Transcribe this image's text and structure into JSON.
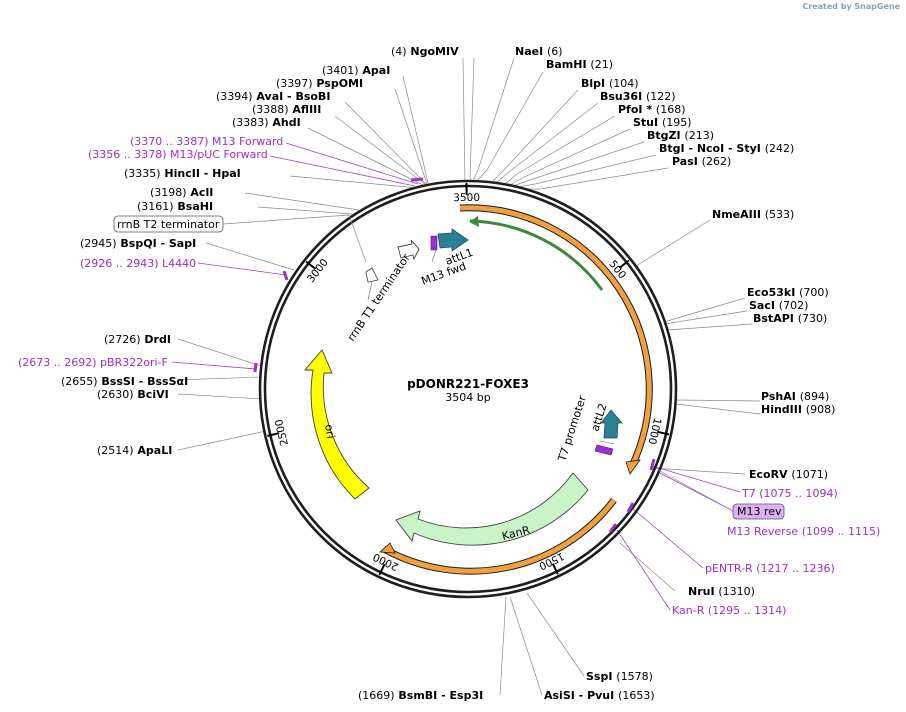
{
  "credit": {
    "prefix": "Created by",
    "brand": "SnapGene"
  },
  "plasmid": {
    "name": "pDONR221-FOXE3",
    "length_label": "3504 bp",
    "length_bp": 3504
  },
  "ruler": [
    {
      "text": "3500",
      "bp": 3500
    },
    {
      "text": "500",
      "bp": 500
    },
    {
      "text": "1000",
      "bp": 1000
    },
    {
      "text": "1500",
      "bp": 1500
    },
    {
      "text": "2000",
      "bp": 2000
    },
    {
      "text": "2500",
      "bp": 2500
    },
    {
      "text": "3000",
      "bp": 3000
    }
  ],
  "sites": [
    {
      "id": "ngomiv",
      "text": "(4)  NgoMIV",
      "bp": 4
    },
    {
      "id": "naei",
      "text": "NaeI  (6)",
      "bp": 6
    },
    {
      "id": "bamhi",
      "text": "BamHI  (21)",
      "bp": 21
    },
    {
      "id": "blpi",
      "text": "BlpI  (104)",
      "bp": 104
    },
    {
      "id": "bsu36i",
      "text": "Bsu36I  (122)",
      "bp": 122
    },
    {
      "id": "pfoi",
      "text": "PfoI *  (168)",
      "bp": 168
    },
    {
      "id": "stui",
      "text": "StuI  (195)",
      "bp": 195
    },
    {
      "id": "btgzi",
      "text": "BtgZI  (213)",
      "bp": 213
    },
    {
      "id": "btgi",
      "text": "BtgI  - NcoI  - StyI  (242)",
      "bp": 242
    },
    {
      "id": "pasi",
      "text": "PasI  (262)",
      "bp": 262
    },
    {
      "id": "nmeaiii",
      "text": "NmeAIII  (533)",
      "bp": 533
    },
    {
      "id": "eco53ki",
      "text": "Eco53kI  (700)",
      "bp": 700
    },
    {
      "id": "saci",
      "text": "SacI  (702)",
      "bp": 702
    },
    {
      "id": "bstapi",
      "text": "BstAPI  (730)",
      "bp": 730
    },
    {
      "id": "pshai",
      "text": "PshAI  (894)",
      "bp": 894
    },
    {
      "id": "hindiii",
      "text": "HindIII  (908)",
      "bp": 908
    },
    {
      "id": "ecorv",
      "text": "EcoRV  (1071)",
      "bp": 1071
    },
    {
      "id": "nrui",
      "text": "NruI  (1310)",
      "bp": 1310
    },
    {
      "id": "sspi",
      "text": "SspI  (1578)",
      "bp": 1578
    },
    {
      "id": "asisi",
      "text": "AsiSI  - PvuI  (1653)",
      "bp": 1653
    },
    {
      "id": "bsmbi",
      "text": "(1669)  BsmBI  - Esp3I",
      "bp": 1669
    },
    {
      "id": "apali",
      "text": "(2514)  ApaLI",
      "bp": 2514
    },
    {
      "id": "bcivi",
      "text": "(2630)  BciVI",
      "bp": 2630
    },
    {
      "id": "bsssi",
      "text": "(2655)  BssSI  - BssSαI",
      "bp": 2655
    },
    {
      "id": "drdi",
      "text": "(2726)  DrdI",
      "bp": 2726
    },
    {
      "id": "bspqi",
      "text": "(2945)  BspQI  - SapI",
      "bp": 2945
    },
    {
      "id": "bsahi",
      "text": "(3161)  BsaHI",
      "bp": 3161
    },
    {
      "id": "acli",
      "text": "(3198)  AclI",
      "bp": 3198
    },
    {
      "id": "hincii",
      "text": "(3335)  HincII  - HpaI",
      "bp": 3335
    },
    {
      "id": "ahdi",
      "text": "(3383)  AhdI",
      "bp": 3383
    },
    {
      "id": "afliii",
      "text": "(3388)  AflIII",
      "bp": 3388
    },
    {
      "id": "avai",
      "text": "(3394)  AvaI  - BsoBI",
      "bp": 3394
    },
    {
      "id": "pspomi",
      "text": "(3397)  PspOMI",
      "bp": 3397
    },
    {
      "id": "apai",
      "text": "(3401)  ApaI",
      "bp": 3401
    }
  ],
  "primers": [
    {
      "id": "m13fwd",
      "text": "(3370 .. 3387)  M13 Forward",
      "bp": 3378
    },
    {
      "id": "m13puc",
      "text": "(3356 .. 3378)  M13/pUC Forward",
      "bp": 3367
    },
    {
      "id": "l4440",
      "text": "(2926 .. 2943)  L4440",
      "bp": 2934
    },
    {
      "id": "pbr322",
      "text": "(2673 .. 2692)  pBR322ori-F",
      "bp": 2682
    },
    {
      "id": "t7",
      "text": "T7    (1075 .. 1094)",
      "bp": 1084
    },
    {
      "id": "m13rev",
      "text": "M13 Reverse    (1099 .. 1115)",
      "bp": 1107
    },
    {
      "id": "pentrr",
      "text": "pENTR-R    (1217 .. 1236)",
      "bp": 1226
    },
    {
      "id": "kanr",
      "text": "Kan-R    (1295 .. 1314)",
      "bp": 1304
    }
  ],
  "features": [
    {
      "id": "rrnb-t2",
      "text": "rrnB T2 terminator",
      "boxed": true
    },
    {
      "id": "m13rev-feat",
      "text": "M13 rev",
      "boxed": true,
      "highlight": "#e0b0f4"
    },
    {
      "id": "attl1",
      "text": "attL1"
    },
    {
      "id": "m13fwd-feat",
      "text": "M13 fwd"
    },
    {
      "id": "rrnb-t1",
      "text": "rrnB T1 terminator"
    },
    {
      "id": "t7prom",
      "text": "T7 promoter"
    },
    {
      "id": "attl2",
      "text": "attL2"
    },
    {
      "id": "ori",
      "text": "ori"
    },
    {
      "id": "kanr-feat",
      "text": "KanR"
    }
  ],
  "colors": {
    "backbone": "#1e1e1e",
    "insert": "#f0a040",
    "insert_core": "#3a8a3a",
    "ori": "#ffff00",
    "kanr": "#c8f4c8",
    "att": "#2e7f94",
    "primer": "#9b2fd0",
    "terminator": "#ffffff"
  }
}
